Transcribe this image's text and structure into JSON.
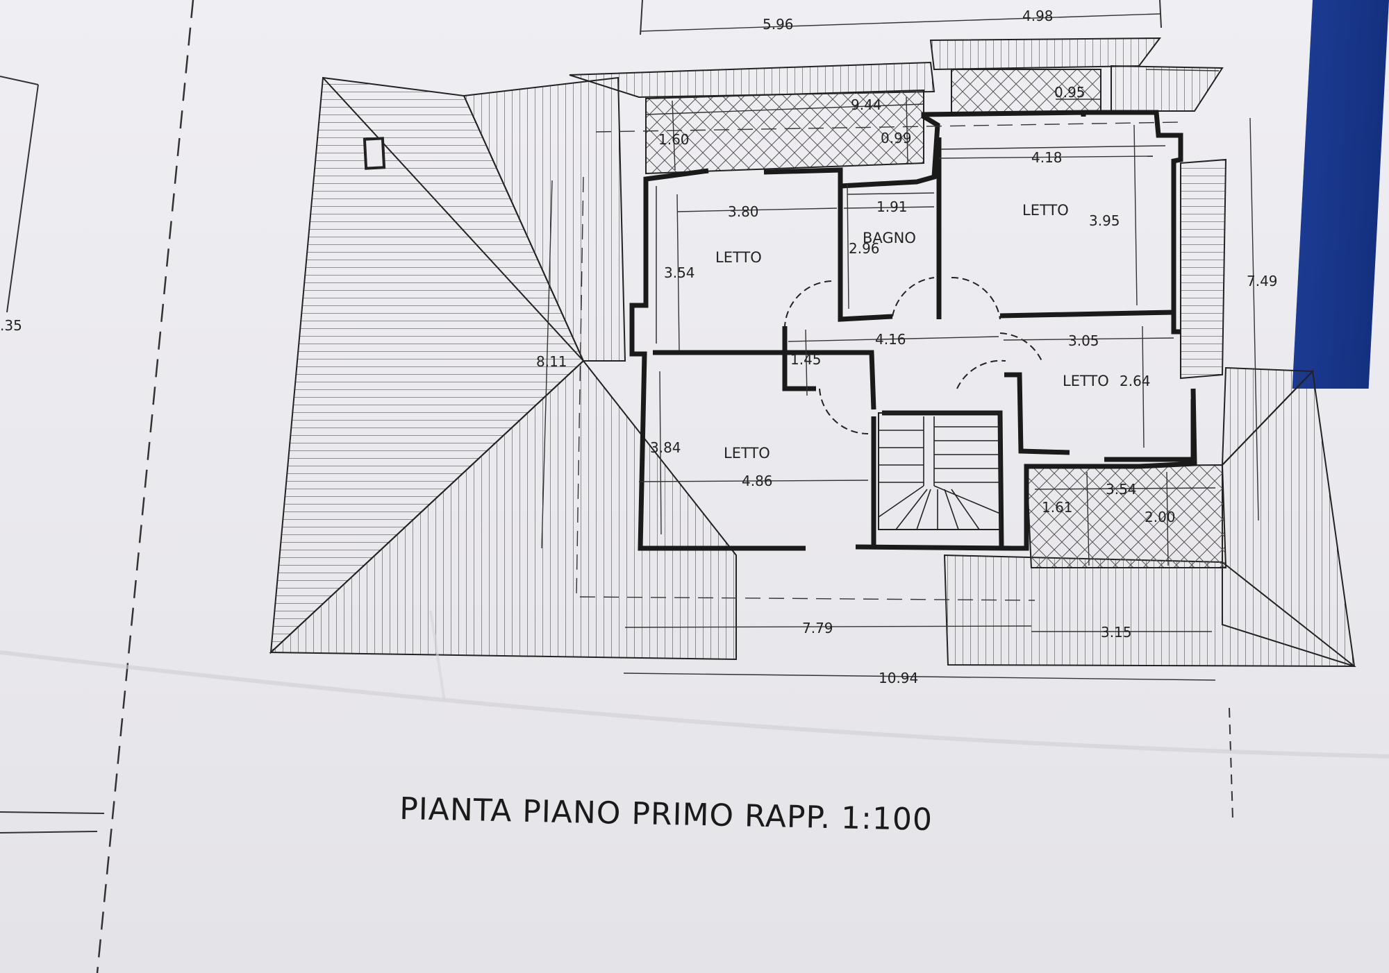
{
  "drawing": {
    "title": "PIANTA PIANO PRIMO RAPP. 1:100",
    "rooms": {
      "letto_top_left": "LETTO",
      "bagno": "BAGNO",
      "letto_top_right": "LETTO",
      "letto_bottom_left": "LETTO",
      "letto_right": "LETTO"
    },
    "dimensions": {
      "d_5_96": "5.96",
      "d_4_98": "4.98",
      "d_9_44": "9.44",
      "d_0_95": "0.95",
      "d_1_60": "1.60",
      "d_0_99": "0.99",
      "d_4_18": "4.18",
      "d_3_95": "3.95",
      "d_3_80": "3.80",
      "d_1_91": "1.91",
      "d_2_96": "2.96",
      "d_3_54_a": "3.54",
      "d_7_49": "7.49",
      "d_35": ".35",
      "d_8_11": "8.11",
      "d_4_16": "4.16",
      "d_3_05": "3.05",
      "d_1_45": "1.45",
      "d_2_64": "2.64",
      "d_3_84": "3.84",
      "d_4_86": "4.86",
      "d_3_54_b": "3.54",
      "d_1_61": "1.61",
      "d_2_00": "2.00",
      "d_7_79": "7.79",
      "d_3_15": "3.15",
      "d_10_94": "10.94"
    }
  }
}
